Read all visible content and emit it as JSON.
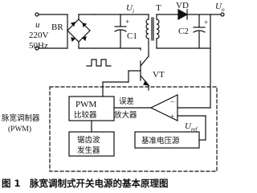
{
  "labels": {
    "u": "u",
    "v_in": "220V",
    "freq": "50Hz",
    "bridge": "BR",
    "c1": "C1",
    "c1_plus": "+",
    "u1": "U",
    "u1_sub": "i",
    "transformer": "T",
    "diode": "VD",
    "c2": "C2",
    "c2_plus": "+",
    "uo": "U",
    "uo_sub": "o",
    "transistor": "VT",
    "pwm_line1": "PWM",
    "pwm_line2": "比较器",
    "err_line1": "误差",
    "err_line2": "放大器",
    "saw_line1": "锯齿波",
    "saw_line2": "发生器",
    "ref_source": "基准电压源",
    "uref": "U",
    "uref_sub": "ref",
    "pwm_group_line1": "脉宽调制器",
    "pwm_group_line2": "(PWM)",
    "amp_plus": "+",
    "amp_minus": "−"
  },
  "caption": "图 1　脉宽调制式开关电源的基本原理图"
}
